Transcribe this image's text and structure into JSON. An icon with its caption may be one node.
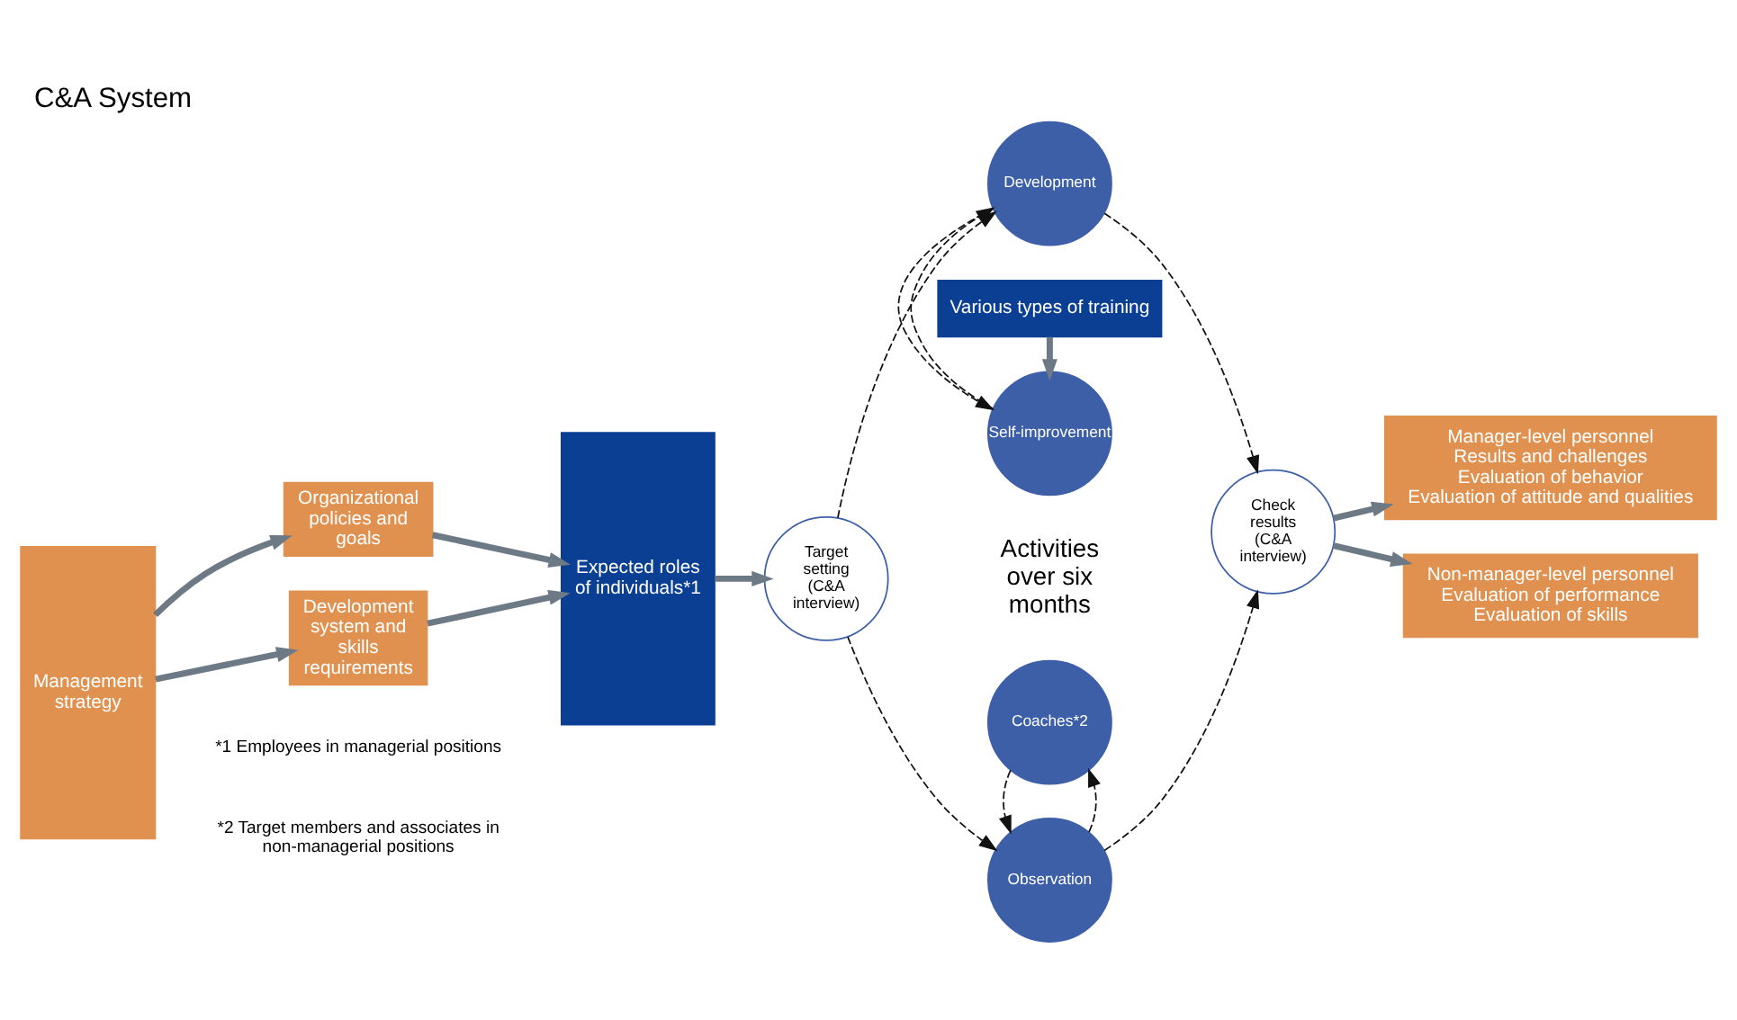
{
  "diagram": {
    "title": "C&A System",
    "nodes": [
      {
        "text": [
          "Management strategy"
        ]
      },
      {
        "text": [
          "Organizational policies and goals"
        ]
      },
      {
        "text": [
          "Development system and skills requirements"
        ]
      },
      {
        "text": [
          "Expected roles of individuals*1"
        ]
      },
      {
        "text": [
          "Target setting (C&A interview)"
        ]
      },
      {
        "text": [
          "Coaches*2"
        ]
      },
      {
        "text": [
          "Observation"
        ]
      },
      {
        "text": [
          "Development"
        ]
      },
      {
        "text": [
          "Self-improvement"
        ]
      },
      {
        "text": [
          "Check results (C&A interview)"
        ]
      },
      {
        "text": [
          "Manager-level personnel",
          "Results and challenges",
          "Evaluation of behavior",
          "Evaluation of attitude and qualities"
        ]
      },
      {
        "text": [
          "Non-manager-level personnel",
          "Evaluation of performance",
          "Evaluation of skills"
        ]
      },
      {
        "text": [
          "Various types of training"
        ]
      }
    ],
    "edges": [
      {
        "from": 0,
        "to": 1,
        "arrow": "to",
        "style": "thick"
      },
      {
        "from": 0,
        "to": 2,
        "arrow": "to",
        "style": "thick"
      },
      {
        "from": 1,
        "to": 3,
        "arrow": "to",
        "style": "thick"
      },
      {
        "from": 2,
        "to": 3,
        "arrow": "to",
        "style": "thick"
      },
      {
        "from": 3,
        "to": 4,
        "arrow": "to",
        "style": "thick"
      },
      {
        "from": 4,
        "to": 6,
        "arrow": "to",
        "style": "dashed",
        "color": "#111111"
      },
      {
        "from": 4,
        "to": 7,
        "arrow": "to",
        "style": "dashed",
        "color": "#111111"
      },
      {
        "from": 6,
        "to": 5,
        "arrow": "to",
        "style": "dashed",
        "color": "#111111"
      },
      {
        "from": 5,
        "to": 6,
        "arrow": "to",
        "style": "dashed",
        "color": "#111111"
      },
      {
        "from": 8,
        "to": 7,
        "arrow": "to",
        "style": "dashed",
        "color": "#111111"
      },
      {
        "from": 7,
        "to": 8,
        "arrow": "to",
        "style": "dashed",
        "color": "#111111"
      },
      {
        "from": 6,
        "to": 9,
        "arrow": "to",
        "style": "dashed",
        "color": "#111111"
      },
      {
        "from": 7,
        "to": 9,
        "arrow": "to",
        "style": "dashed",
        "color": "#111111"
      },
      {
        "from": 12,
        "to": 8,
        "arrow": "to",
        "style": "thick"
      },
      {
        "from": 9,
        "to": 10,
        "arrow": "to",
        "style": "thick"
      },
      {
        "from": 9,
        "to": 11,
        "arrow": "to",
        "style": "thick"
      }
    ],
    "labels": [
      "Activities over six months",
      "*1 Employees in managerial positions",
      "*2 Target members and associates in non-managerial positions"
    ]
  }
}
